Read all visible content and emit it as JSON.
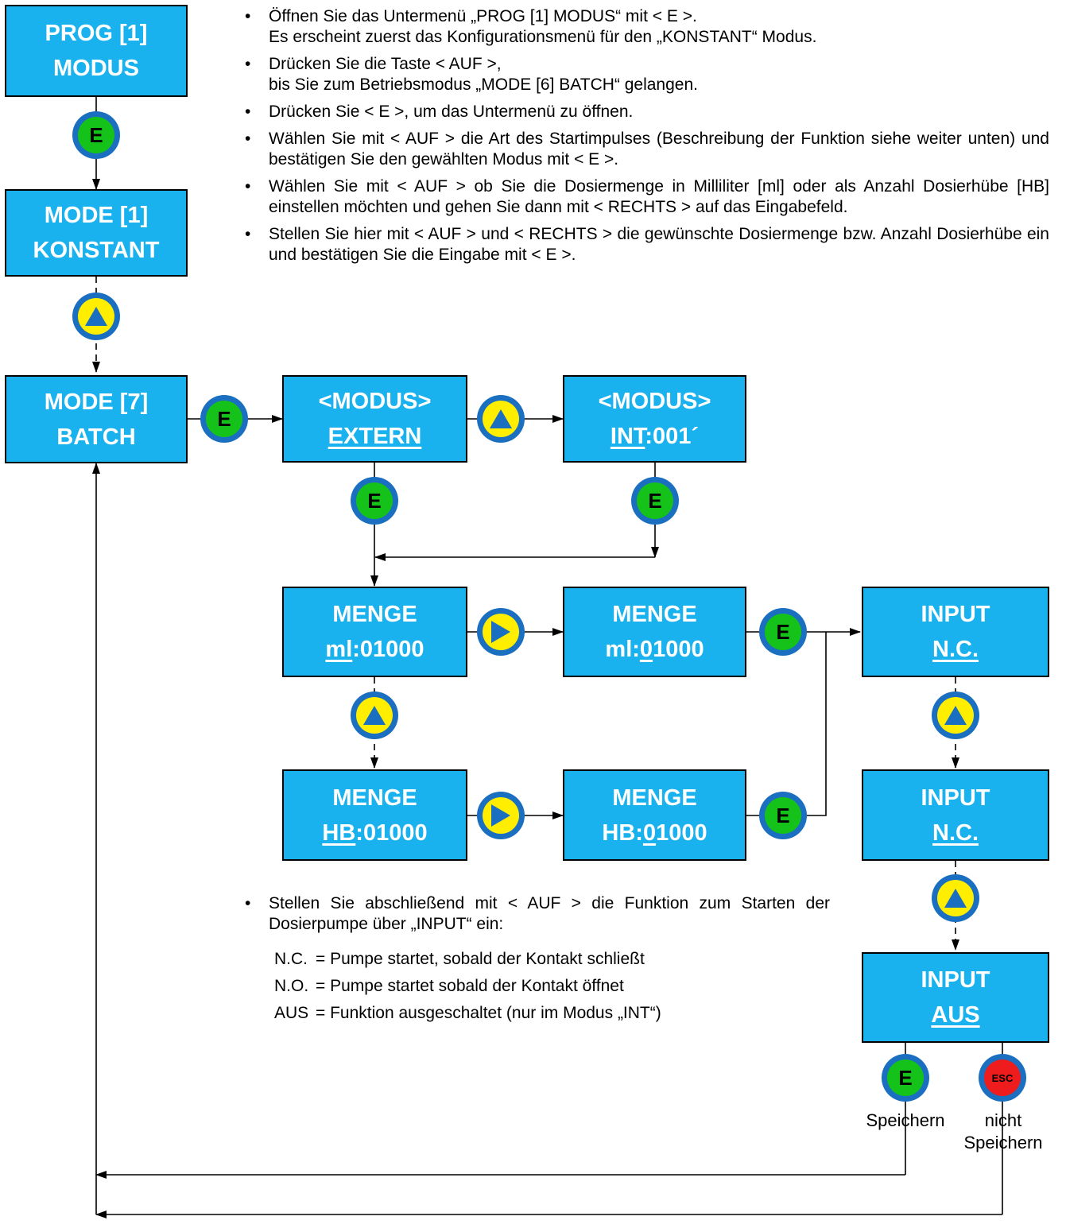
{
  "instructions_top": [
    "Öffnen Sie das Untermenü „PROG [1] MODUS“ mit < E >.\nEs erscheint zuerst das Konfigurationsmenü für den „KONSTANT“ Modus.",
    "Drücken Sie die Taste < AUF >,\nbis Sie zum Betriebsmodus „MODE [6] BATCH“ gelangen.",
    "Drücken Sie < E >, um das Untermenü zu öffnen.",
    "Wählen Sie mit < AUF > die Art des Startimpulses (Beschreibung der Funktion siehe weiter unten) und bestätigen Sie den gewählten Modus mit < E >.",
    "Wählen Sie mit < AUF > ob Sie die Dosiermenge in Milliliter [ml] oder als Anzahl Dosierhübe [HB] einstellen möchten und gehen Sie dann mit < RECHTS > auf das Eingabefeld.",
    "Stellen Sie hier mit < AUF > und < RECHTS > die gewünschte Dosiermenge bzw. Anzahl Dosierhübe ein und bestätigen Sie die Eingabe mit < E >."
  ],
  "instruction_bottom": "Stellen Sie abschließend mit < AUF > die Funktion zum Starten der Dosierpumpe über „INPUT“ ein:",
  "legend": [
    {
      "key": "N.C.",
      "text": "= Pumpe startet, sobald der Kontakt schließt"
    },
    {
      "key": "N.O.",
      "text": "= Pumpe startet sobald der Kontakt öffnet"
    },
    {
      "key": "AUS",
      "text": "= Funktion ausgeschaltet (nur im Modus „INT“)"
    }
  ],
  "boxes": {
    "prog": {
      "line1": "PROG [1]",
      "line2": "MODUS"
    },
    "konstant": {
      "line1": "MODE [1]",
      "line2": "KONSTANT"
    },
    "batch": {
      "line1": "MODE [7]",
      "line2": "BATCH"
    },
    "extern": {
      "line1": "<MODUS>",
      "line2": "EXTERN"
    },
    "int": {
      "line1": "<MODUS>",
      "line2a": "INT",
      "line2b": ":001´"
    },
    "menge_ml1": {
      "line1": "MENGE",
      "line2a": "ml",
      "line2b": ":01000"
    },
    "menge_ml2": {
      "line1": "MENGE",
      "line2a": "ml:",
      "line2b": "0",
      "line2c": "1000"
    },
    "menge_hb1": {
      "line1": "MENGE",
      "line2a": "HB",
      "line2b": ":01000"
    },
    "menge_hb2": {
      "line1": "MENGE",
      "line2a": "HB:",
      "line2b": "0",
      "line2c": "1000"
    },
    "input1": {
      "line1": "INPUT",
      "line2": "N.C."
    },
    "input2": {
      "line1": "INPUT",
      "line2": "N.C."
    },
    "input3": {
      "line1": "INPUT",
      "line2": "AUS"
    }
  },
  "buttons": {
    "e_label": "E",
    "esc_label": "ESC"
  },
  "captions": {
    "save": "Speichern",
    "no_save_1": "nicht",
    "no_save_2": "Speichern"
  },
  "colors": {
    "box_fill": "#1ab2ee",
    "button_ring": "#1a6fc1",
    "e_button": "#15c21a",
    "esc_button": "#ee1c1c",
    "arrow_button": "#ffee00"
  }
}
